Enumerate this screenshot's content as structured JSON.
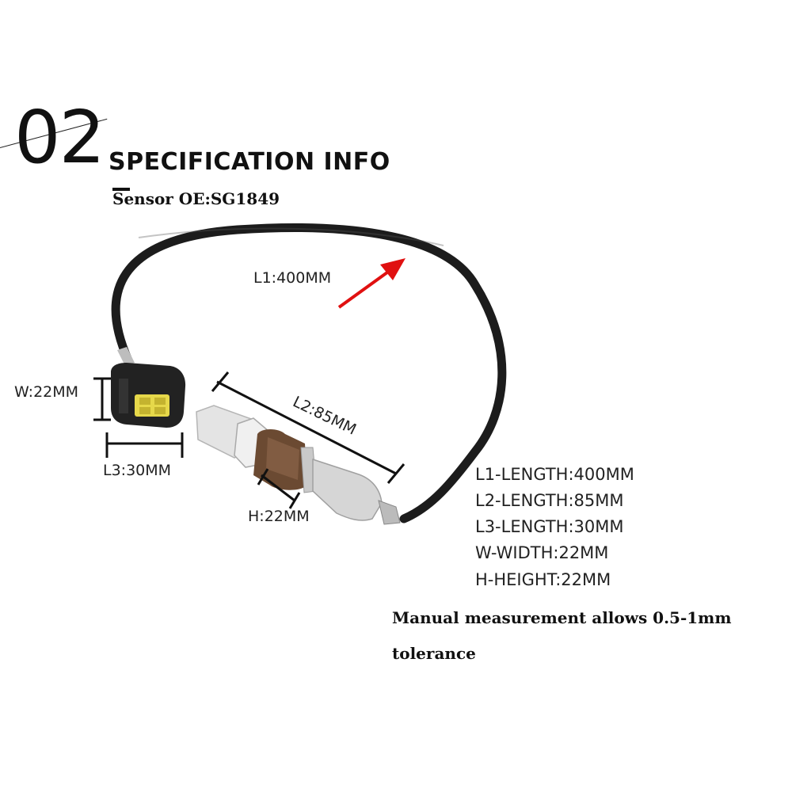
{
  "heading": {
    "number": "02",
    "title": "SPECIFICATION INFO",
    "sensor_oe": "Sensor OE:SG1849"
  },
  "dimensions": {
    "l1": "L1:400MM",
    "l2": "L2:85MM",
    "l3": "L3:30MM",
    "w": "W:22MM",
    "h": "H:22MM"
  },
  "spec_list": [
    "L1-LENGTH:400MM",
    "L2-LENGTH:85MM",
    "L3-LENGTH:30MM",
    "W-WIDTH:22MM",
    "H-HEIGHT:22MM"
  ],
  "note": {
    "line1": "Manual measurement allows 0.5-1mm",
    "line2": "tolerance"
  },
  "colors": {
    "cable": "#1c1c1c",
    "arrow": "#e01010",
    "connector_pins": "#e6d84a",
    "thread": "#6b4a32"
  },
  "icons": {
    "arrow": "red-arrow-icon",
    "product": "oxygen-sensor-illustration"
  }
}
